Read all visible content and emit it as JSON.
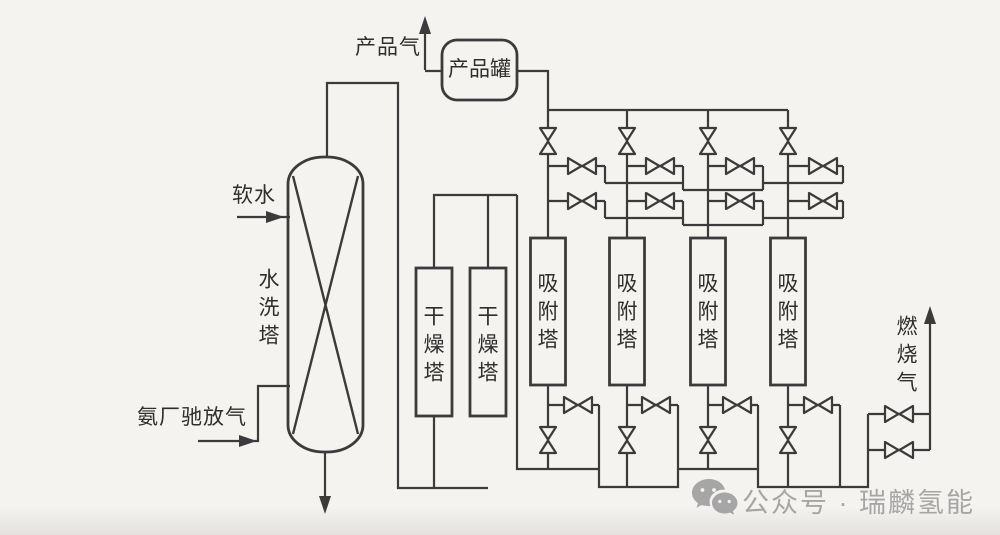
{
  "colors": {
    "background": "#f5f3f0",
    "line": "#3b3b3b",
    "watermark": "#a6a6a6"
  },
  "streams": {
    "product_gas": "产品气",
    "soft_water": "软水",
    "ammonia_purge_gas": "氨厂驰放气",
    "combustion_gas": "燃烧气"
  },
  "equipment": {
    "product_tank": "产品罐",
    "water_wash_tower": "水洗塔",
    "drying_towers": [
      "干燥塔",
      "干燥塔"
    ],
    "adsorption_towers": [
      "吸附塔",
      "吸附塔",
      "吸附塔",
      "吸附塔"
    ]
  },
  "watermark": {
    "icon": "wechat-logo",
    "text": "公众号 · 瑞麟氢能"
  }
}
